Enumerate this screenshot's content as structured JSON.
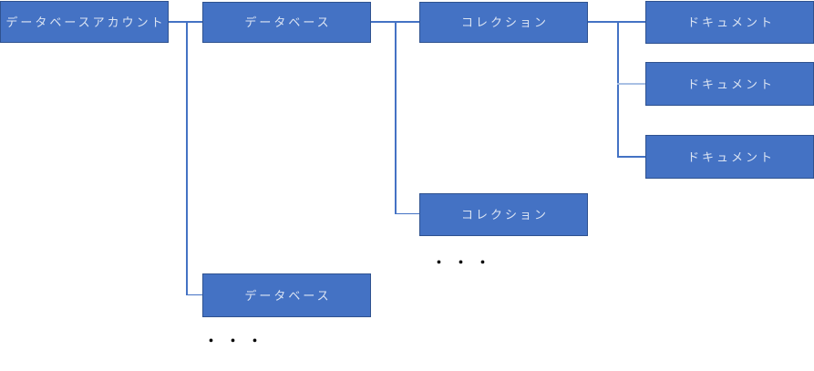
{
  "nodes": {
    "account": {
      "label": "データベースアカウント"
    },
    "database1": {
      "label": "データベース"
    },
    "database2": {
      "label": "データベース"
    },
    "collection1": {
      "label": "コレクション"
    },
    "collection2": {
      "label": "コレクション"
    },
    "document1": {
      "label": "ドキュメント"
    },
    "document2": {
      "label": "ドキュメント"
    },
    "document3": {
      "label": "ドキュメント"
    }
  },
  "ellipsis": {
    "collections": "・・・",
    "databases": "・・・"
  },
  "colors": {
    "node_fill": "#4472c4",
    "node_border": "#2f528f",
    "node_text": "#dbe4f3",
    "connector": "#4472c4",
    "connector_light": "#a9c0e4",
    "ellipsis": "#0a0a0a"
  }
}
